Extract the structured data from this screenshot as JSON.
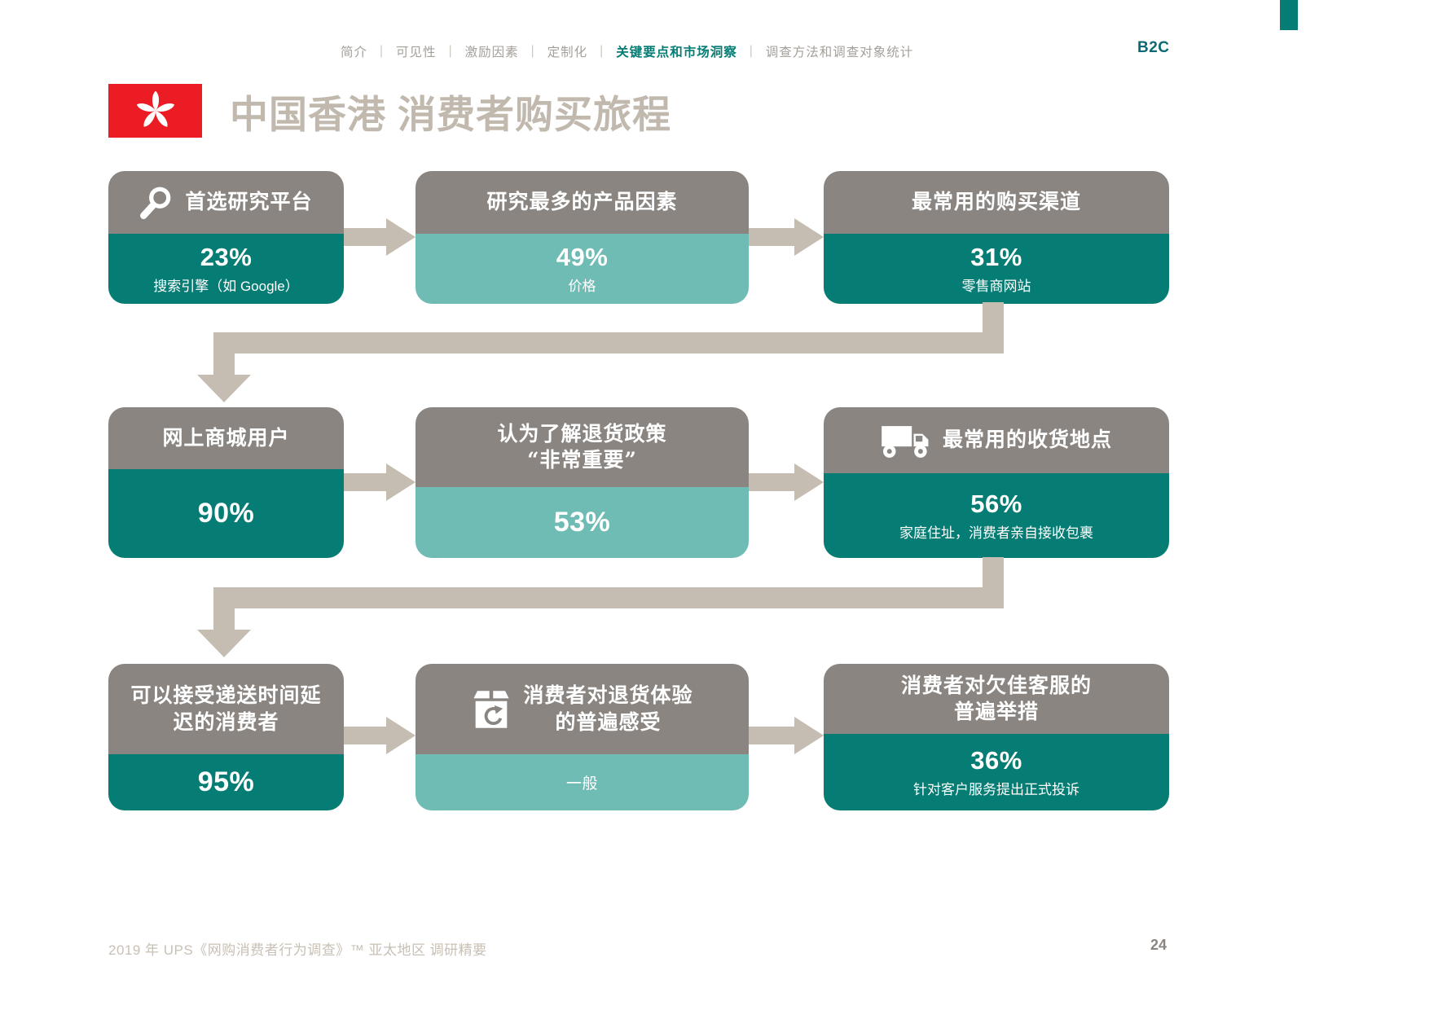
{
  "nav": {
    "items": [
      "简介",
      "可见性",
      "激励因素",
      "定制化",
      "关键要点和市场洞察",
      "调查方法和调查对象统计"
    ],
    "active_item": "关键要点和市场洞察",
    "separator": "|",
    "corner_label": "B2C"
  },
  "header": {
    "title": "中国香港 消费者购买旅程",
    "flag": "hong-kong-flag"
  },
  "flow": {
    "rows": [
      {
        "boxes": [
          {
            "icon": "search",
            "title": "首选研究平台",
            "value": "23%",
            "subtitle": "搜索引擎（如 Google）",
            "tone": "dark"
          },
          {
            "title": "研究最多的产品因素",
            "value": "49%",
            "subtitle": "价格",
            "tone": "light"
          },
          {
            "title": "最常用的购买渠道",
            "value": "31%",
            "subtitle": "零售商网站",
            "tone": "dark"
          }
        ]
      },
      {
        "boxes": [
          {
            "title": "网上商城用户",
            "value": "90%",
            "tone": "dark"
          },
          {
            "title": "认为了解退货政策\n“非常重要”",
            "value": "53%",
            "tone": "light"
          },
          {
            "icon": "truck",
            "title": "最常用的收货地点",
            "value": "56%",
            "subtitle": "家庭住址，消费者亲自接收包裹",
            "tone": "dark"
          }
        ]
      },
      {
        "boxes": [
          {
            "title": "可以接受递送时间延\n迟的消费者",
            "value": "95%",
            "tone": "dark"
          },
          {
            "icon": "return-box",
            "title": "消费者对退货体验\n的普遍感受",
            "value": "一般",
            "tone": "light"
          },
          {
            "title": "消费者对欠佳客服的\n普遍举措",
            "value": "36%",
            "subtitle": "针对客户服务提出正式投诉",
            "tone": "dark"
          }
        ]
      }
    ]
  },
  "footer": {
    "source": "2019 年 UPS《网购消费者行为调查》™ 亚太地区 调研精要",
    "page": "24"
  },
  "colors": {
    "dark_teal": "#067D74",
    "light_teal": "#6FBCB4",
    "header_gray": "#8A8581",
    "arrow_beige": "#C6BDB2",
    "title_taupe": "#C2B9AE",
    "flag_red": "#EC1C24",
    "nav_gray": "#A5A09A"
  }
}
